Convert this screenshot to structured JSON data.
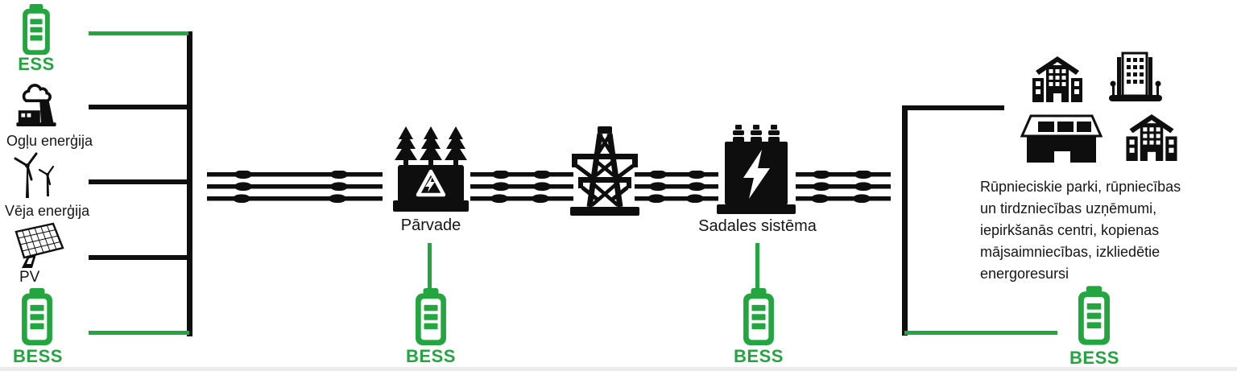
{
  "colors": {
    "green": "#23a63f",
    "black": "#0e0e0e",
    "background": "#ffffff"
  },
  "generation": {
    "ess": {
      "label": "ESS",
      "icon": "battery-icon"
    },
    "coal": {
      "label": "Ogļu enerģija",
      "icon": "coal-plant-icon"
    },
    "wind": {
      "label": "Vēja enerģija",
      "icon": "wind-turbines-icon"
    },
    "pv": {
      "label": "PV",
      "icon": "solar-panel-icon"
    },
    "bess": {
      "label": "BESS",
      "icon": "battery-icon"
    }
  },
  "transmission": {
    "label": "Pārvade",
    "icon": "transformer-substation-icon",
    "bess_label": "BESS"
  },
  "grid": {
    "tower_icon": "transmission-tower-icon",
    "powerline_icon": "three-phase-line-icon"
  },
  "distribution": {
    "label": "Sadales sistēma",
    "icon": "distribution-transformer-icon",
    "bess_label": "BESS"
  },
  "consumers": {
    "description_lines": [
      "Rūpnieciskie parki, rūpniecības",
      "un tirdzniecības uzņēmumi,",
      "iepirkšanās centri, kopienas",
      "mājsaimniecības, izkliedētie",
      "energoresursi"
    ],
    "icons": [
      "school-building-icon",
      "office-building-icon",
      "warehouse-building-icon",
      "community-building-icon"
    ],
    "bess_label": "BESS"
  }
}
